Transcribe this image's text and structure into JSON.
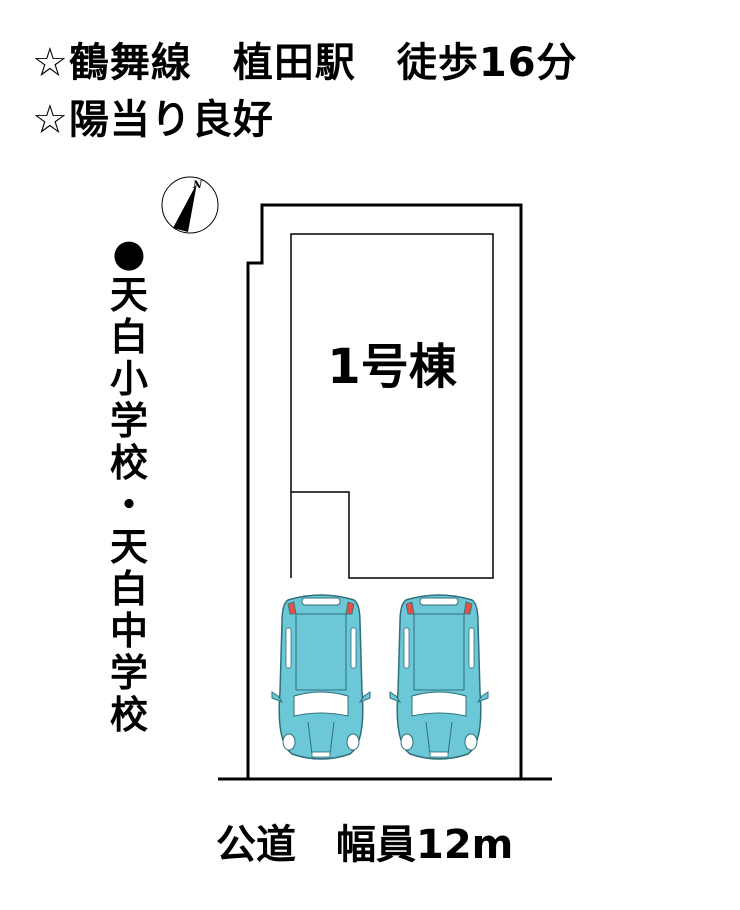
{
  "headline": {
    "line1": "☆鶴舞線　植田駅　徒歩16分",
    "line2": "☆陽当り良好"
  },
  "side_label": {
    "bullet": "●",
    "chars": [
      "天",
      "白",
      "小",
      "学",
      "校",
      "・",
      "天",
      "白",
      "中",
      "学",
      "校"
    ],
    "text": "天白小学校・天白中学校"
  },
  "plan": {
    "building_label": "1号棟",
    "compass_label": "N",
    "parking_spaces": 2,
    "car_color": "#6cc7d6",
    "car_outline": "#2e6f7a",
    "tail_light_color": "#e0524a"
  },
  "road": {
    "label": "公道　幅員12m"
  }
}
